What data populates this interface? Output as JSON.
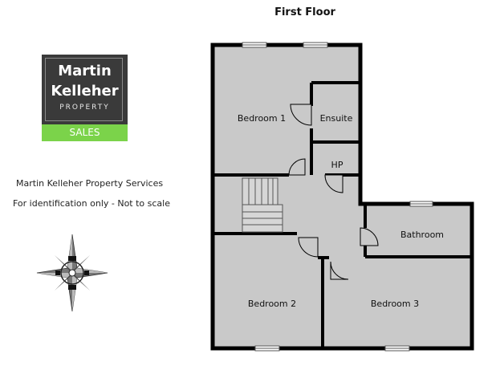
{
  "floor_title": "First Floor",
  "logo": {
    "line1": "Martin",
    "line2": "Kelleher",
    "line3": "PROPERTY",
    "tag": "SALES"
  },
  "company_name": "Martin Kelleher Property Services",
  "disclaimer": "For identification only - Not to scale",
  "rooms": {
    "bedroom1": "Bedroom 1",
    "ensuite": "Ensuite",
    "hp": "HP",
    "bathroom": "Bathroom",
    "bedroom2": "Bedroom 2",
    "bedroom3": "Bedroom 3"
  },
  "colors": {
    "room_fill": "#c9c9c9",
    "wall": "#000000",
    "logo_dark": "#3a3a3a",
    "logo_green": "#7bd34a"
  },
  "compass": {
    "icon": "compass-rose-icon"
  }
}
